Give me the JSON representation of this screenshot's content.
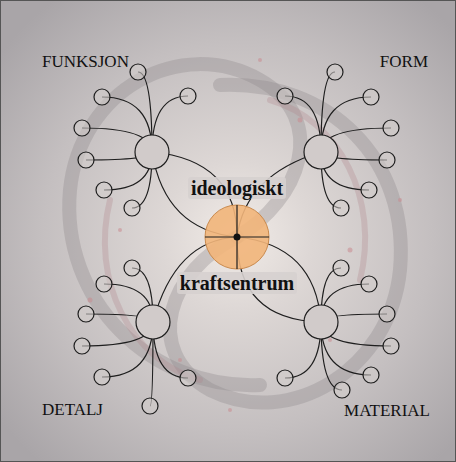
{
  "diagram": {
    "nodes": [
      {
        "text": [
          "ideologiskt",
          "kraftsentrum"
        ]
      }
    ],
    "labels": [
      "FUNKSJON",
      "FORM",
      "DETALJ",
      "MATERIAL"
    ]
  }
}
